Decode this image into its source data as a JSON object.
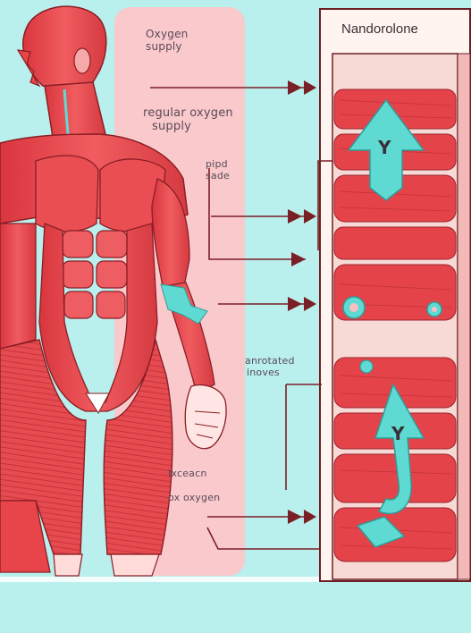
{
  "panel_title": "Nandorolone",
  "labels": {
    "oxygen_supply": [
      "Oxygen",
      "supply"
    ],
    "regular_oxygen": [
      "regular oxygen",
      "supply"
    ],
    "pipd_sade": [
      "pipd",
      "sade"
    ],
    "annotated_inoves": [
      "anrotated",
      "inoves"
    ],
    "ixceacn": [
      "Ixceacn",
      "ox oxygen"
    ]
  },
  "markers": {
    "y_top": "Y",
    "y_bottom": "Y"
  },
  "colors": {
    "background": "#b9efec",
    "muscle": "#e8454a",
    "muscle_dark": "#b52a33",
    "highlight_band": "#f9c9cc",
    "panel_border": "#6b1f24",
    "arrow": "#7a1f26",
    "accent": "#5fdad3"
  },
  "icons": [
    "arrow-icon",
    "y-arrow-icon",
    "ring-icon",
    "hook-arrow-icon"
  ]
}
